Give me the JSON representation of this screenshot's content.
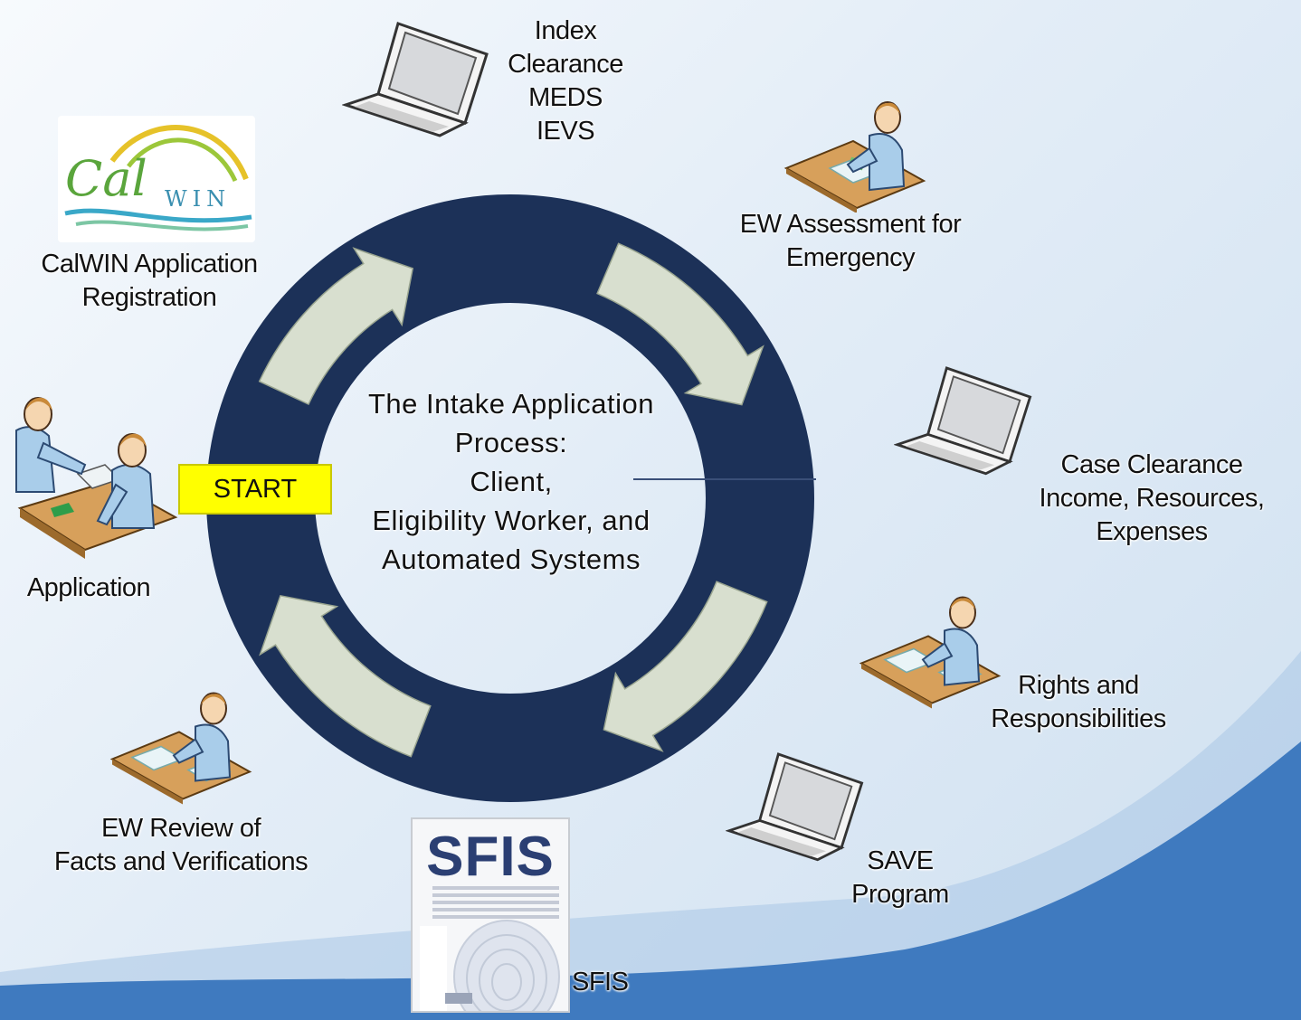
{
  "diagram": {
    "center_title_lines": [
      "The Intake Application",
      "Process:",
      "Client,",
      "Eligibility Worker, and",
      "Automated Systems"
    ],
    "start_label": "START",
    "colors": {
      "ring": "#1c3158",
      "arrow": "#d8dfcf",
      "start_fill": "#ffff00",
      "wave": "#3f7abf"
    },
    "nodes": {
      "index": {
        "lines": [
          "Index",
          "Clearance",
          "MEDS",
          "IEVS"
        ],
        "icon": "laptop-icon"
      },
      "ew_assessment": {
        "lines": [
          "EW Assessment for",
          "Emergency"
        ],
        "icon": "worker-at-desk-icon"
      },
      "case_clearance": {
        "lines": [
          "Case Clearance",
          "Income, Resources,",
          "Expenses"
        ],
        "icon": "laptop-icon"
      },
      "rights": {
        "lines": [
          "Rights and",
          "Responsibilities"
        ],
        "icon": "worker-at-desk-icon"
      },
      "save": {
        "lines": [
          "SAVE",
          "Program"
        ],
        "icon": "laptop-icon"
      },
      "sfis": {
        "lines": [
          "SFIS"
        ],
        "icon": "sfis-logo",
        "logo_text": "SFIS"
      },
      "ew_review": {
        "lines": [
          "EW Review of",
          "Facts and Verifications"
        ],
        "icon": "worker-at-desk-icon"
      },
      "application": {
        "lines": [
          "Application"
        ],
        "icon": "client-and-worker-icon"
      },
      "calwin": {
        "lines": [
          "CalWIN Application",
          "Registration"
        ],
        "icon": "calwin-logo",
        "logo_text_cal": "Cal",
        "logo_text_win": "WIN"
      }
    }
  }
}
